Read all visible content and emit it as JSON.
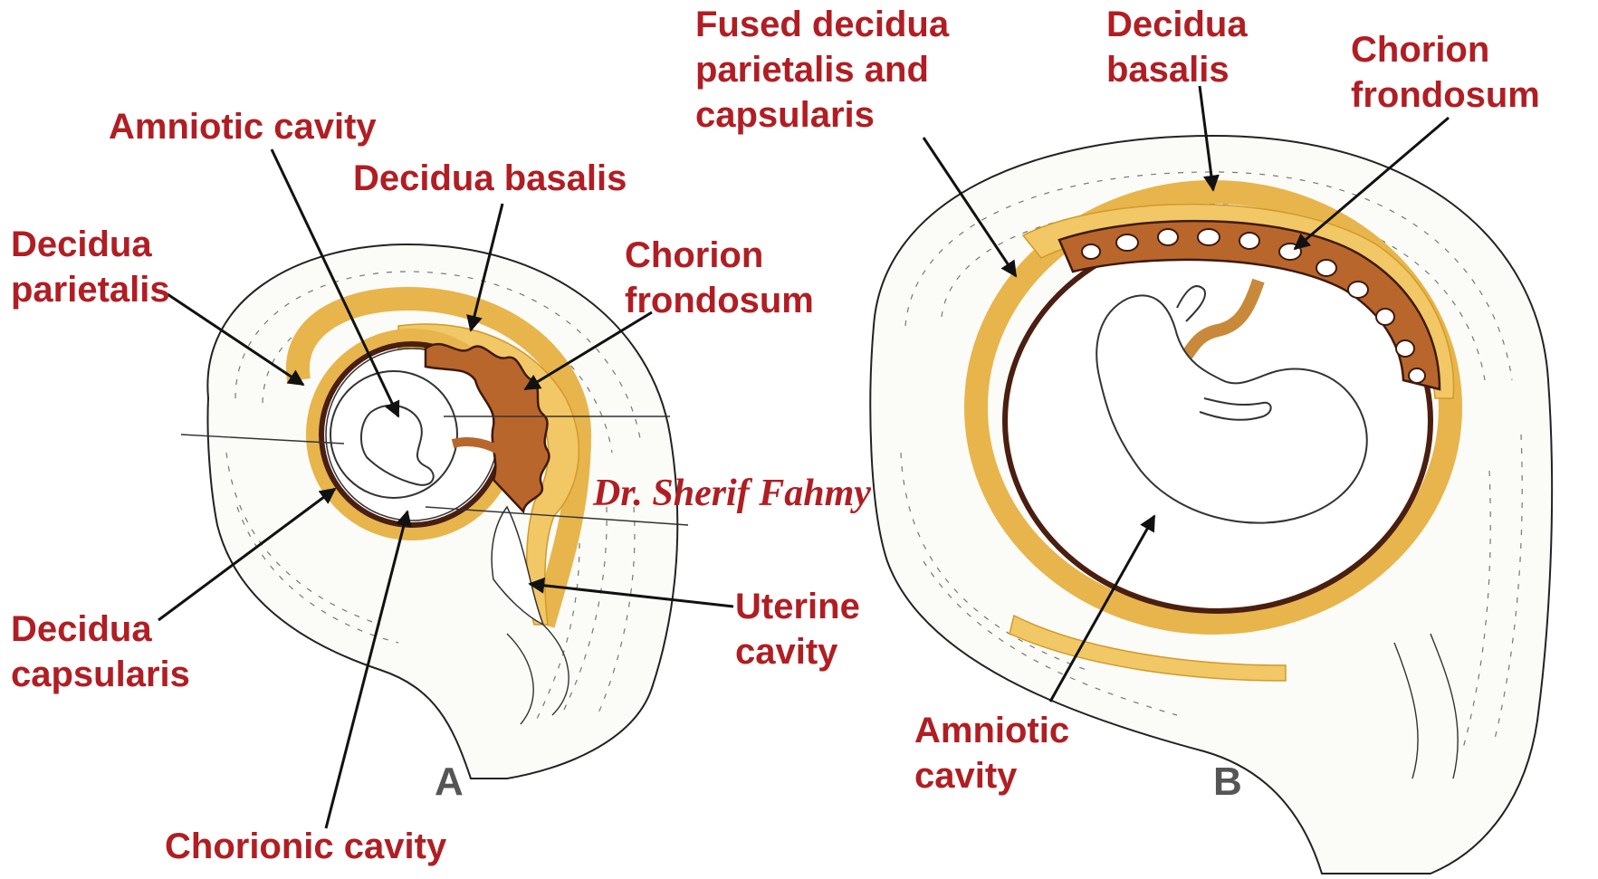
{
  "watermark": "Dr. Sherif Fahmy",
  "panel_a": {
    "letter": "A",
    "labels": {
      "amniotic_cavity": "Amniotic cavity",
      "decidua_basalis": "Decidua basalis",
      "decidua_parietalis_1": "Decidua",
      "decidua_parietalis_2": "parietalis",
      "chorion_frondosum_1": "Chorion",
      "chorion_frondosum_2": "frondosum",
      "uterine_cavity_1": "Uterine",
      "uterine_cavity_2": "cavity",
      "decidua_capsularis_1": "Decidua",
      "decidua_capsularis_2": "capsularis",
      "chorionic_cavity": "Chorionic cavity"
    }
  },
  "panel_b": {
    "letter": "B",
    "labels": {
      "fused_decidua_1": "Fused decidua",
      "fused_decidua_2": "parietalis and",
      "fused_decidua_3": "capsularis",
      "decidua_basalis_1": "Decidua",
      "decidua_basalis_2": "basalis",
      "chorion_frondosum_1": "Chorion",
      "chorion_frondosum_2": "frondosum",
      "amniotic_cavity_1": "Amniotic",
      "amniotic_cavity_2": "cavity"
    }
  },
  "colors": {
    "label": "#b01e23",
    "decidua": "#e7b54c",
    "villi": "#b9662c",
    "chorion": "#4a1e10"
  }
}
